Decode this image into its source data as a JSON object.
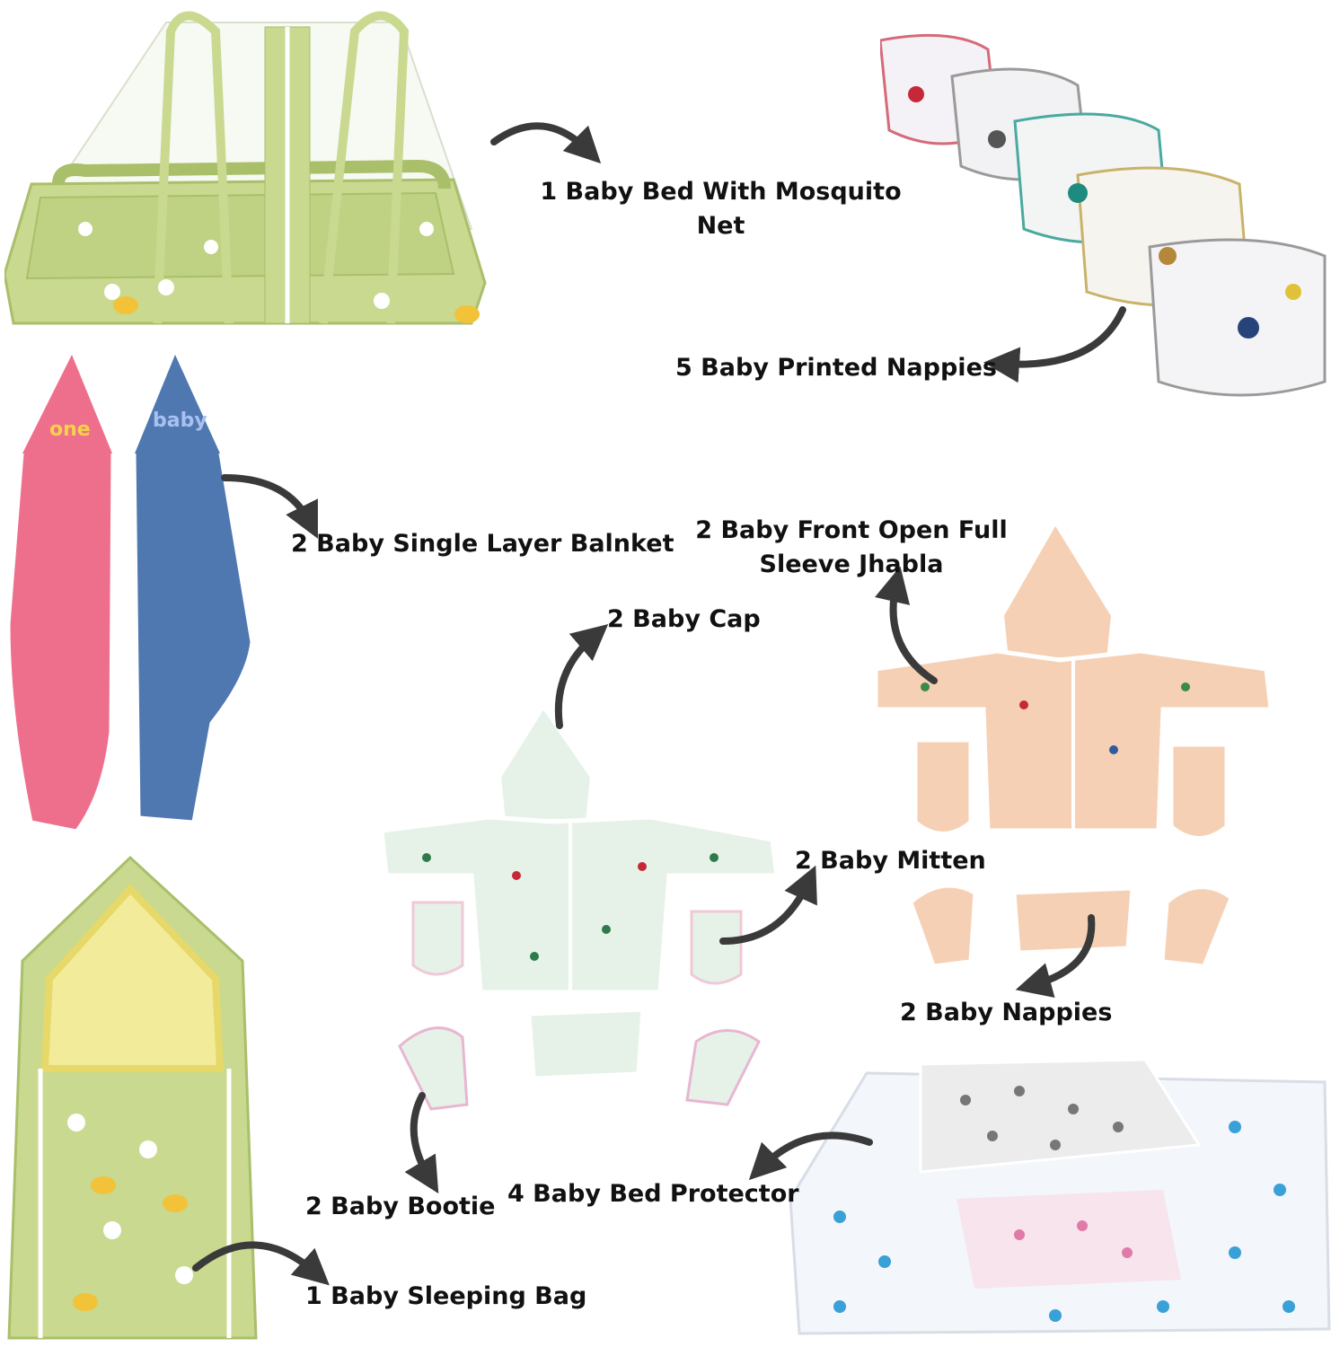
{
  "labels": {
    "bed_net_line1": "1 Baby Bed With Mosquito",
    "bed_net_line2": "Net",
    "printed_nappies": "5 Baby Printed Nappies",
    "blanket": "2 Baby Single Layer Balnket",
    "jhabla_line1": "2 Baby Front Open Full",
    "jhabla_line2": "Sleeve Jhabla",
    "cap": "2 Baby Cap",
    "mitten": "2 Baby Mitten",
    "nappies": "2 Baby Nappies",
    "bootie": "2 Baby Bootie",
    "bed_protector": "4 Baby Bed Protector",
    "sleeping_bag": "1 Baby Sleeping Bag"
  },
  "colors": {
    "green": "#c9d98f",
    "dark_green": "#a9bf6a",
    "pink": "#ee6f8c",
    "blue": "#4f78b0",
    "peach": "#f6d0b4",
    "mint": "#e6f2e8",
    "arrow": "#3a3a3a"
  }
}
